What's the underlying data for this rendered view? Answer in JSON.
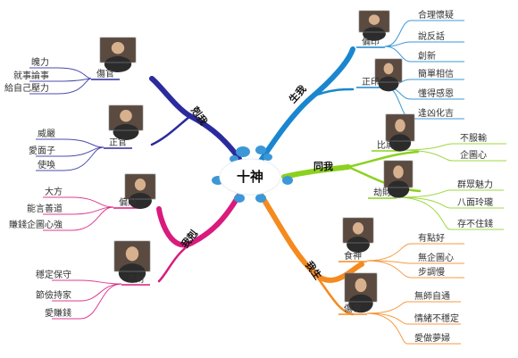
{
  "center": {
    "label": "十神",
    "color": "#3d97d6"
  },
  "branches": [
    {
      "id": "sheng-wo",
      "label": "生我",
      "color": "#1a86cf",
      "subs": [
        {
          "id": "pian-yin",
          "label": "偏印",
          "photo": "person-photo",
          "leaves": [
            "合理懷疑",
            "說反話",
            "創新"
          ]
        },
        {
          "id": "zheng-yin",
          "label": "正印",
          "photo": "person-photo",
          "leaves": [
            "簡單相信",
            "懂得感恩",
            "逢凶化吉"
          ]
        }
      ]
    },
    {
      "id": "tong-wo",
      "label": "同我",
      "color": "#8bd11f",
      "subs": [
        {
          "id": "bi-jian",
          "label": "比肩",
          "photo": "person-photo",
          "leaves": [
            "不服輸",
            "企圖心"
          ]
        },
        {
          "id": "jie-cai",
          "label": "劫財",
          "photo": "person-photo",
          "leaves": [
            "群眾魅力",
            "八面玲瓏",
            "存不住錢"
          ]
        }
      ]
    },
    {
      "id": "wo-sheng",
      "label": "我生",
      "color": "#f58a1e",
      "subs": [
        {
          "id": "shi-shen",
          "label": "食神",
          "photo": "person-photo",
          "leaves": [
            "有點好",
            "無企圖心",
            "步調慢"
          ]
        },
        {
          "id": "shang-guan-r",
          "label": "傷官",
          "photo": "person-photo",
          "leaves": [
            "無師自通",
            "情緒不穩定",
            "愛做夢婦"
          ]
        }
      ]
    },
    {
      "id": "wo-ke",
      "label": "我剋",
      "color": "#d81b7d",
      "subs": [
        {
          "id": "pian-cai",
          "label": "偏財",
          "photo": "person-photo",
          "leaves": [
            "大方",
            "能言善道",
            "賺錢企圖心強"
          ]
        },
        {
          "id": "zheng-cai",
          "label": "正財",
          "photo": "person-photo",
          "leaves": [
            "穩定保守",
            "節儉持家",
            "愛賺錢"
          ]
        }
      ]
    },
    {
      "id": "ke-wo",
      "label": "剋我",
      "color": "#2b2b9e",
      "subs": [
        {
          "id": "shang-guan-l",
          "label": "傷官",
          "photo": "person-photo",
          "leaves": [
            "魄力",
            "就事論事",
            "給自己壓力"
          ]
        },
        {
          "id": "zheng-guan",
          "label": "正官",
          "photo": "person-photo",
          "leaves": [
            "威嚴",
            "愛面子",
            "使喚"
          ]
        }
      ]
    }
  ]
}
